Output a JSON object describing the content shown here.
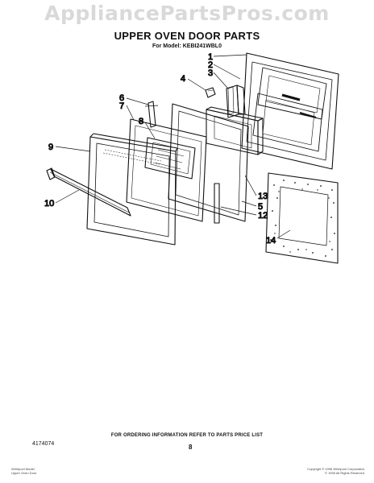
{
  "watermark": "AppliancePartsPros.com",
  "title": "UPPER OVEN DOOR PARTS",
  "model_line": "For Model: KEBI241WBL0",
  "callouts": [
    "1",
    "2",
    "3",
    "4",
    "5",
    "6",
    "7",
    "8",
    "9",
    "10",
    "12",
    "13",
    "14"
  ],
  "order_note": "FOR ORDERING INFORMATION REFER TO PARTS PRICE LIST",
  "doc_number": "4174074",
  "page_number": "8",
  "footer_left": [
    "Whirlpool Model",
    "Upper Oven Door"
  ],
  "footer_right": [
    "Copyright © 1996 Whirlpool Corporation",
    "© 1995 All Rights Reserved"
  ]
}
